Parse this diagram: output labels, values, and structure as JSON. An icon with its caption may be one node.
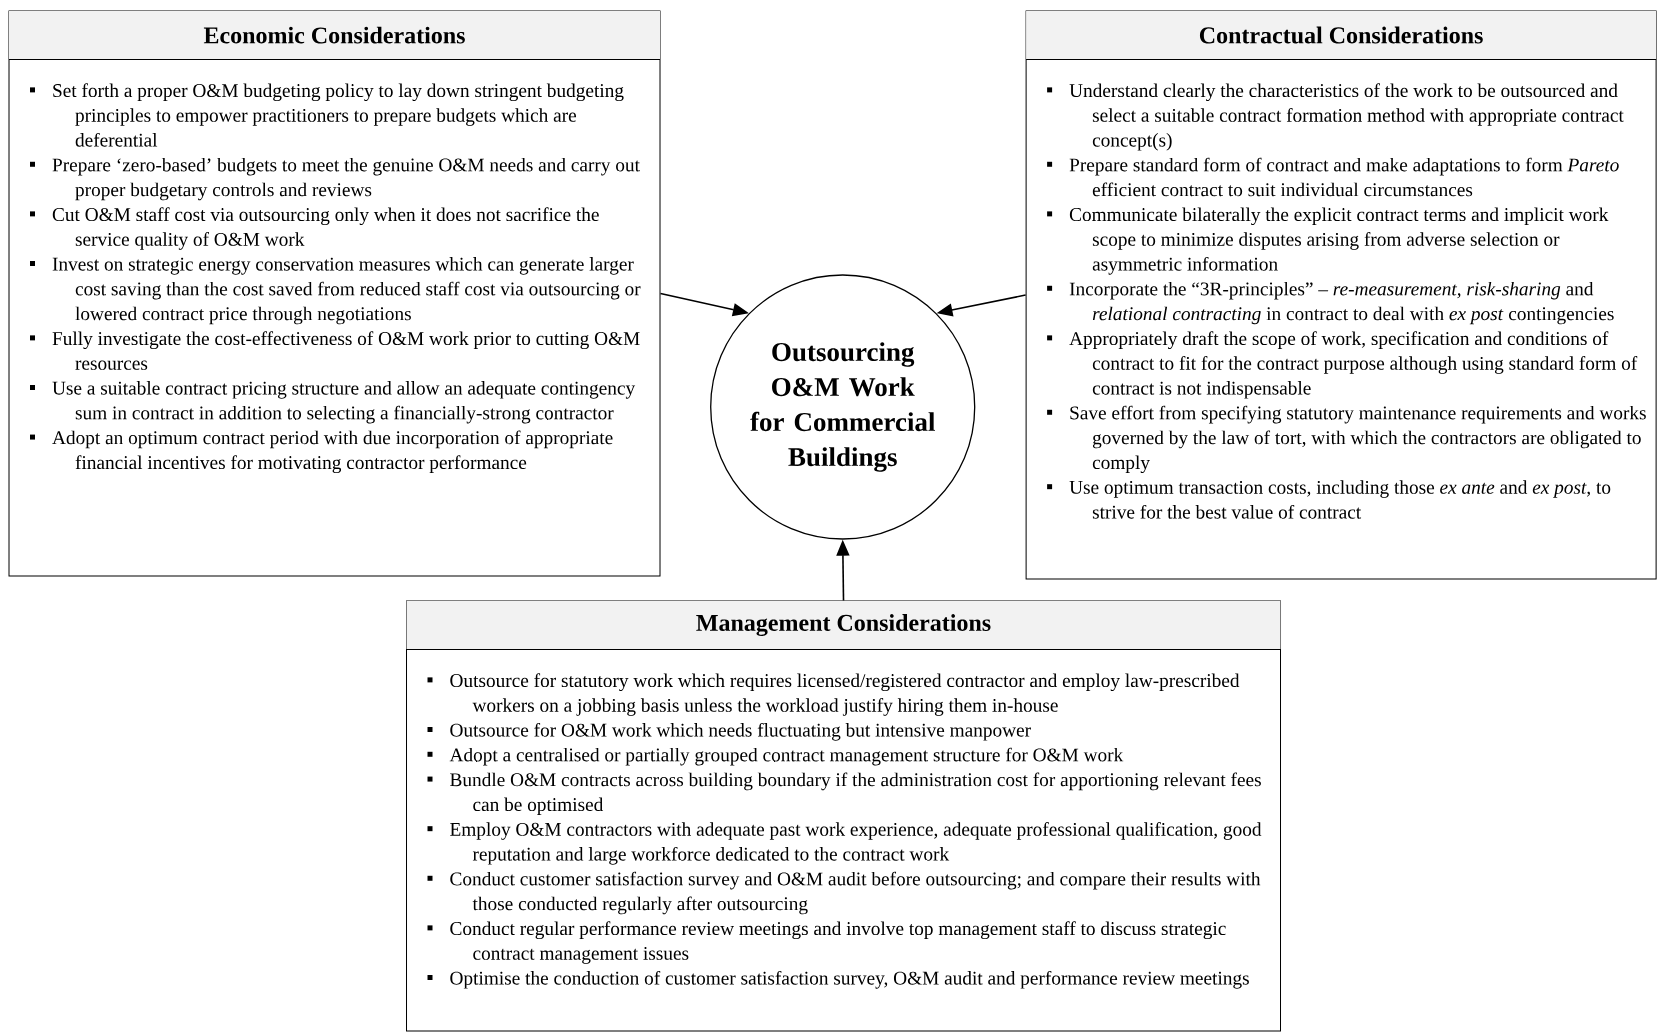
{
  "diagram": {
    "nodes": [
      {
        "text": [
          "Economic Considerations",
          "Set forth a proper O&M budgeting policy to lay down stringent budgeting principles to empower practitioners to prepare budgets which are deferential",
          "Prepare ‘zero-based’ budgets to meet the genuine O&M needs and carry out proper budgetary controls and reviews",
          "Cut O&M staff cost via outsourcing only when it does not sacrifice the service quality of O&M work",
          "Invest on strategic energy conservation measures which can generate larger cost saving than the cost saved from reduced staff cost via outsourcing or lowered contract price through negotiations",
          "Fully investigate the cost-effectiveness of O&M work prior to cutting O&M resources",
          "Use a suitable contract pricing structure and allow an adequate contingency sum in contract in addition to selecting a financially-strong contractor",
          "Adopt an optimum contract period with due incorporation of appropriate financial incentives for motivating contractor performance"
        ]
      },
      {
        "text": [
          "Contractual Considerations",
          "Understand clearly the characteristics of the work to be outsourced and select a suitable contract formation method with appropriate contract concept(s)",
          "Prepare standard form of contract and make adaptations to form *Pareto* efficient contract to suit individual circumstances",
          "Communicate bilaterally the explicit contract terms and implicit work scope to minimize disputes arising from adverse selection or asymmetric information",
          "Incorporate the “3R-principles” – *re-measurement, risk-sharing* and *relational contracting* in contract to deal with *ex post* contingencies",
          "Appropriately draft the scope of work, specification and conditions of contract to fit for the contract purpose although using standard form of contract is not indispensable",
          "Save effort from specifying statutory maintenance requirements and works governed by the law of tort, with which the contractors are obligated to comply",
          "Use optimum transaction costs, including those *ex ante* and *ex post*, to strive for the best value of contract"
        ]
      },
      {
        "text": [
          "Outsourcing O&M Work for Commercial Buildings"
        ]
      },
      {
        "text": [
          "Management Considerations",
          "Outsource for statutory work which requires licensed/registered contractor and employ law-prescribed workers on a jobbing basis unless the workload justify hiring them in-house",
          "Outsource for O&M work which needs fluctuating but intensive manpower",
          "Adopt a centralised or partially grouped contract management structure for O&M work",
          "Bundle O&M contracts across building boundary if the administration cost for apportioning relevant fees can be optimised",
          "Employ O&M contractors with adequate past work experience, adequate professional qualification, good reputation and large workforce dedicated to the contract work",
          "Conduct customer satisfaction survey and O&M audit before outsourcing; and compare their results with those conducted regularly after outsourcing",
          "Conduct regular performance review meetings and involve top management staff to discuss strategic contract management issues",
          "Optimise the conduction of customer satisfaction survey, O&M audit and performance review meetings"
        ]
      }
    ],
    "edges": [
      {
        "from": 0,
        "to": 2,
        "arrow": "to"
      },
      {
        "from": 1,
        "to": 2,
        "arrow": "to"
      },
      {
        "from": 3,
        "to": 2,
        "arrow": "to"
      }
    ]
  }
}
